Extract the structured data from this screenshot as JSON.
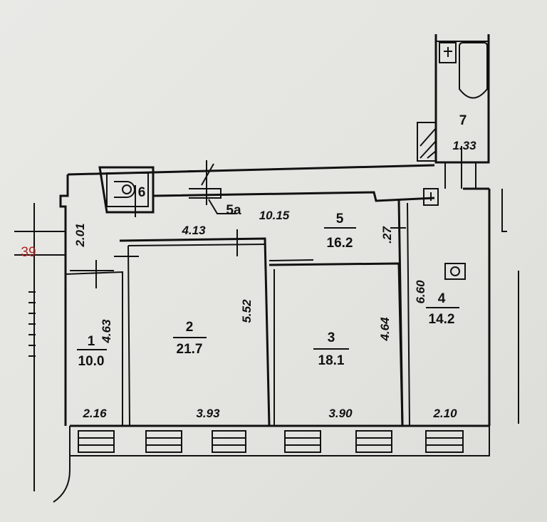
{
  "plan": {
    "marker": "39",
    "marker_color": "#b0201c",
    "rooms": [
      {
        "number": "1",
        "area": "10.0"
      },
      {
        "number": "2",
        "area": "21.7"
      },
      {
        "number": "3",
        "area": "18.1"
      },
      {
        "number": "4",
        "area": "14.2"
      },
      {
        "number": "5",
        "area": "16.2"
      },
      {
        "number": "6"
      },
      {
        "number": "5a"
      },
      {
        "number": "7",
        "area": "1.33"
      }
    ],
    "dimensions": {
      "room1_width": "2.16",
      "room2_width": "3.93",
      "room3_width": "3.90",
      "room4_width": "2.10",
      "room1_depth": "4.63",
      "room2_depth": "5.52",
      "room3_depth": "4.64",
      "room4_depth": "6.60",
      "hall_width": "2.01",
      "room2_top": "4.13",
      "corridor_length": "10.15",
      "corridor_depth": ".27"
    }
  }
}
